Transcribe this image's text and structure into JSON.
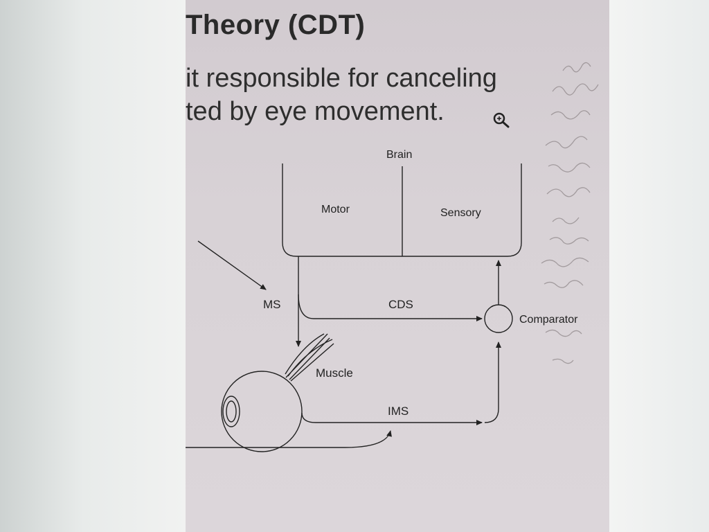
{
  "slide": {
    "title": "Theory (CDT)",
    "body_lines": [
      "it responsible for canceling",
      "ted by eye movement."
    ]
  },
  "diagram": {
    "labels": {
      "brain": "Brain",
      "motor": "Motor",
      "sensory": "Sensory",
      "ms": "MS",
      "cds": "CDS",
      "comparator": "Comparator",
      "muscle": "Muscle",
      "ims": "IMS"
    }
  },
  "icons": {
    "zoom": "zoom-in-icon"
  }
}
